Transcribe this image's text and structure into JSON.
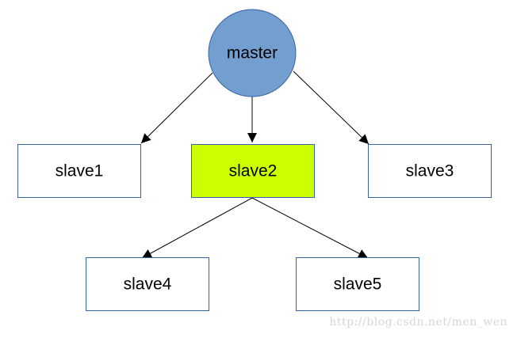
{
  "diagram": {
    "nodes": {
      "master": {
        "label": "master",
        "shape": "circle",
        "fill": "#729fcf",
        "stroke": "#3465a4"
      },
      "slave1": {
        "label": "slave1",
        "shape": "rectangle",
        "fill": "#ffffff",
        "stroke": "#3465a4"
      },
      "slave2": {
        "label": "slave2",
        "shape": "rectangle",
        "fill": "#ccff00",
        "stroke": "#3465a4"
      },
      "slave3": {
        "label": "slave3",
        "shape": "rectangle",
        "fill": "#ffffff",
        "stroke": "#3465a4"
      },
      "slave4": {
        "label": "slave4",
        "shape": "rectangle",
        "fill": "#ffffff",
        "stroke": "#3465a4"
      },
      "slave5": {
        "label": "slave5",
        "shape": "rectangle",
        "fill": "#ffffff",
        "stroke": "#3465a4"
      }
    },
    "edges": [
      {
        "from": "master",
        "to": "slave1"
      },
      {
        "from": "master",
        "to": "slave2"
      },
      {
        "from": "master",
        "to": "slave3"
      },
      {
        "from": "slave2",
        "to": "slave4"
      },
      {
        "from": "slave2",
        "to": "slave5"
      }
    ],
    "edge_color": "#000000"
  },
  "watermark": {
    "text": "http://blog.csdn.net/men_wen",
    "color": "#d6d6d6"
  }
}
